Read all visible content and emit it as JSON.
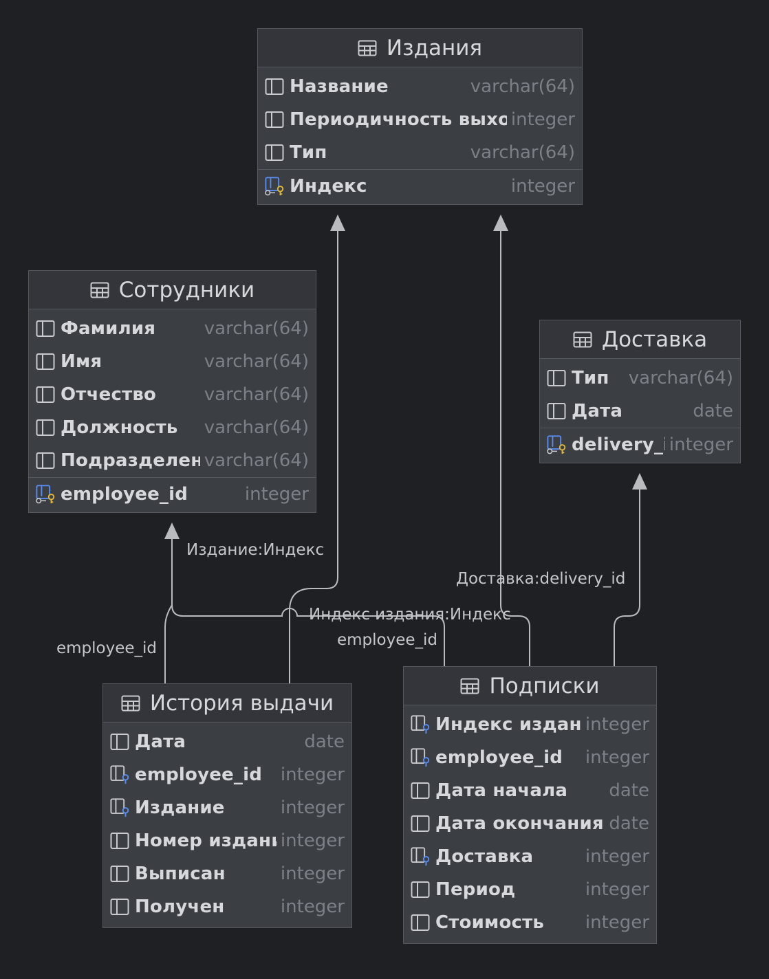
{
  "colors": {
    "background": "#1f2023",
    "table_bg": "#3b3e43",
    "header_bg": "#33353a",
    "border": "#55585e",
    "text": "#d6d8dc",
    "type_text": "#7d8087",
    "edge": "#b9bbbe",
    "pk_key": "#e2b93b",
    "fk_key": "#5b8def"
  },
  "tables": {
    "izdaniya": {
      "title": "Издания",
      "columns": [
        {
          "name": "Название",
          "type": "varchar(64)",
          "icon": "column-icon"
        },
        {
          "name": "Периодичность  выхода",
          "type": "integer",
          "icon": "column-icon"
        },
        {
          "name": "Тип",
          "type": "varchar(64)",
          "icon": "column-icon"
        }
      ],
      "keys": [
        {
          "name": "Индекс",
          "type": "integer",
          "icon": "primary-key-icon"
        }
      ]
    },
    "sotrudniki": {
      "title": "Сотрудники",
      "columns": [
        {
          "name": "Фамилия",
          "type": "varchar(64)",
          "icon": "column-icon"
        },
        {
          "name": "Имя",
          "type": "varchar(64)",
          "icon": "column-icon"
        },
        {
          "name": "Отчество",
          "type": "varchar(64)",
          "icon": "column-icon"
        },
        {
          "name": "Должность",
          "type": "varchar(64)",
          "icon": "column-icon"
        },
        {
          "name": "Подразделение",
          "type": "varchar(64)",
          "icon": "column-icon"
        }
      ],
      "keys": [
        {
          "name": "employee_id",
          "type": "integer",
          "icon": "primary-key-icon"
        }
      ]
    },
    "dostavka": {
      "title": "Доставка",
      "columns": [
        {
          "name": "Тип",
          "type": "varchar(64)",
          "icon": "column-icon"
        },
        {
          "name": "Дата",
          "type": "date",
          "icon": "column-icon"
        }
      ],
      "keys": [
        {
          "name": "delivery_id",
          "type": "integer",
          "icon": "primary-key-icon"
        }
      ]
    },
    "istoriya": {
      "title": "История выдачи",
      "columns": [
        {
          "name": "Дата",
          "type": "date",
          "icon": "column-icon"
        },
        {
          "name": "employee_id",
          "type": "integer",
          "icon": "foreign-key-icon"
        },
        {
          "name": "Издание",
          "type": "integer",
          "icon": "foreign-key-icon"
        },
        {
          "name": "Номер издания",
          "type": "integer",
          "icon": "column-icon"
        },
        {
          "name": "Выписан",
          "type": "integer",
          "icon": "column-icon"
        },
        {
          "name": "Получен",
          "type": "integer",
          "icon": "column-icon"
        }
      ],
      "keys": []
    },
    "podpiski": {
      "title": "Подписки",
      "columns": [
        {
          "name": "Индекс издания",
          "type": "integer",
          "icon": "foreign-key-icon"
        },
        {
          "name": "employee_id",
          "type": "integer",
          "icon": "foreign-key-icon"
        },
        {
          "name": "Дата начала",
          "type": "date",
          "icon": "column-icon"
        },
        {
          "name": "Дата окончания",
          "type": "date",
          "icon": "column-icon"
        },
        {
          "name": "Доставка",
          "type": "integer",
          "icon": "foreign-key-icon"
        },
        {
          "name": "Период",
          "type": "integer",
          "icon": "column-icon"
        },
        {
          "name": "Стоимость",
          "type": "integer",
          "icon": "column-icon"
        }
      ],
      "keys": []
    }
  },
  "edge_labels": {
    "izdanie_index": "Издание:Индекс",
    "dostavka_delivery": "Доставка:delivery_id",
    "index_izdaniya_index": "Индекс издания:Индекс",
    "employee_left": "employee_id",
    "employee_right": "employee_id"
  }
}
